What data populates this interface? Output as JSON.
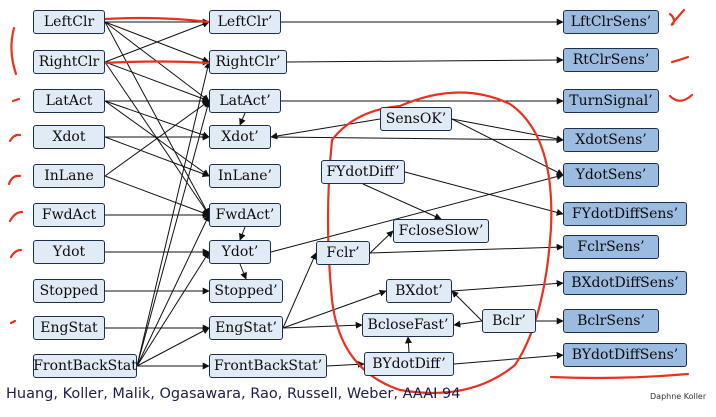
{
  "nodes": {
    "LeftClr": "LeftClr",
    "RightClr": "RightClr",
    "LatAct": "LatAct",
    "Xdot": "Xdot",
    "InLane": "InLane",
    "FwdAct": "FwdAct",
    "Ydot": "Ydot",
    "Stopped": "Stopped",
    "EngStat": "EngStat",
    "FrontBackStat": "FrontBackStat",
    "LeftClr_p": "LeftClr’",
    "RightClr_p": "RightClr’",
    "LatAct_p": "LatAct’",
    "Xdot_p": "Xdot’",
    "InLane_p": "InLane’",
    "FwdAct_p": "FwdAct’",
    "Ydot_p": "Ydot’",
    "Stopped_p": "Stopped’",
    "EngStat_p": "EngStat’",
    "FrontBackStat_p": "FrontBackStat’",
    "SensOK_p": "SensOK’",
    "FYdotDiff_p": "FYdotDiff’",
    "FcloseSlow_p": "FcloseSlow’",
    "Fclr_p": "Fclr’",
    "BXdot_p": "BXdot’",
    "BcloseFast_p": "BcloseFast’",
    "Bclr_p": "Bclr’",
    "BYdotDiff_p": "BYdotDiff’",
    "LftClrSens_p": "LftClrSens’",
    "RtClrSens_p": "RtClrSens’",
    "TurnSignal_p": "TurnSignal’",
    "XdotSens_p": "XdotSens’",
    "YdotSens_p": "YdotSens’",
    "FYdotDiffSens_p": "FYdotDiffSens’",
    "FclrSens_p": "FclrSens’",
    "BXdotDiffSens_p": "BXdotDiffSens’",
    "BclrSens_p": "BclrSens’",
    "BYdotDiffSens_p": "BYdotDiffSens’"
  },
  "citation": "Huang, Koller, Malik, Ogasawara, Rao, Russell, Weber, AAAI 94",
  "credit": "Daphne Koller",
  "colors": {
    "node_light": "#e1ebf6",
    "node_dark": "#9cbbe0",
    "edge": "#111111",
    "ink": "#e8321f"
  }
}
